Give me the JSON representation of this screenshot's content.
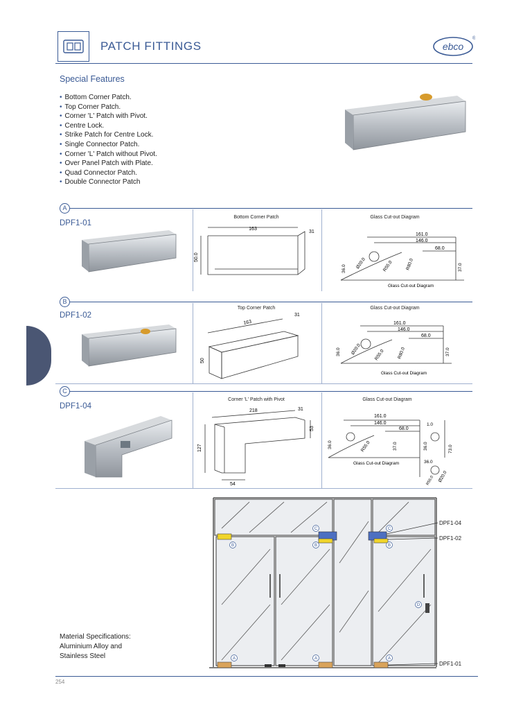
{
  "header": {
    "title": "PATCH FITTINGS",
    "logo_text": "ebco",
    "registered_mark": "®"
  },
  "special_features": {
    "heading": "Special Features",
    "items": [
      "Bottom Corner Patch.",
      "Top Corner Patch.",
      "Corner 'L' Patch with Pivot.",
      "Centre Lock.",
      "Strike Patch for Centre Lock.",
      "Single Connector  Patch.",
      "Corner 'L' Patch without Pivot.",
      "Over Panel Patch with Plate.",
      "Quad Connector Patch.",
      "Double Connector Patch"
    ]
  },
  "products": [
    {
      "letter": "A",
      "code": "DPF1-01",
      "drawing_title": "Bottom Corner Patch",
      "dims": [
        "163",
        "31",
        "50.0"
      ],
      "cutout_title": "Glass Cut-out Diagram",
      "cutout_caption": "Glass Cut-out Diagram",
      "cutout_dims": [
        "161.0",
        "146.0",
        "68.0",
        "36.0",
        "Ø20.0",
        "R55.0",
        "R80.0",
        "37.0"
      ]
    },
    {
      "letter": "B",
      "code": "DPF1-02",
      "drawing_title": "Top Corner Patch",
      "dims": [
        "163",
        "31",
        "50"
      ],
      "cutout_title": "Glass Cut-out Diagram",
      "cutout_caption": "Glass Cut-out Diagram",
      "cutout_dims": [
        "161.0",
        "146.0",
        "68.0",
        "36.0",
        "Ø20.0",
        "R55.0",
        "R80.0",
        "37.0"
      ]
    },
    {
      "letter": "C",
      "code": "DPF1-04",
      "drawing_title": "Corner 'L' Patch with Pivot",
      "dims": [
        "218",
        "31",
        "53",
        "127",
        "54"
      ],
      "cutout_title": "Glass Cut-out Diagram",
      "cutout_caption": "Glass Cut-out Diagram",
      "cutout_dims": [
        "161.0",
        "146.0",
        "68.0",
        "1.0",
        "36.0",
        "R55.0",
        "37.0",
        "36.0",
        "73.0",
        "36.0",
        "Ø20.0",
        "R55.0"
      ]
    }
  ],
  "assembly": {
    "callouts": [
      "DPF1-04",
      "DPF1-02",
      "DPF1-01"
    ],
    "markers": [
      "A",
      "B",
      "C",
      "D"
    ]
  },
  "material": {
    "line1": "Material Specifications:",
    "line2": "Aluminium Alloy and",
    "line3": "Stainless Steel"
  },
  "page_number": "254",
  "colors": {
    "brand_blue": "#3a5a95",
    "tab": "#4a5673",
    "patch_yellow": "#f1d52a",
    "patch_blue": "#4d6fc1",
    "patch_tan": "#d9a35a"
  }
}
